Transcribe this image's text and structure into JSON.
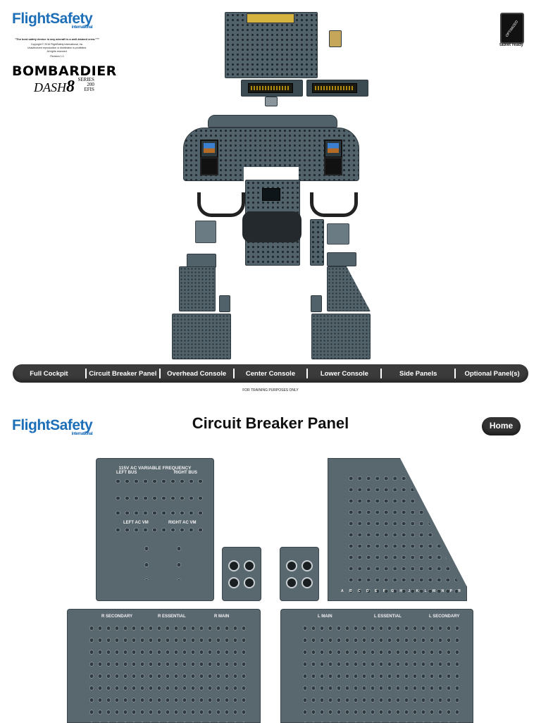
{
  "header": {
    "logo_text": "FlightSafety",
    "logo_sub": "international",
    "tagline": "\"The best safety device in any aircraft is a well-trained crew.\"™",
    "copyright_lines": [
      "Copyright © 2016 FlightSafety International, Inc.",
      "Unauthorized reproduction or distribution is prohibited.",
      "All rights reserved."
    ],
    "revision": "Revision 1.0",
    "manufacturer": "BOMBARDIER",
    "model": "DASH",
    "model_number": "8",
    "series_line1": "SERIES",
    "series_line2": "200",
    "series_line3": "EFIS",
    "badge_text": "OPTIMIZED",
    "badge_caption": "tablet ready"
  },
  "nav": {
    "items": [
      "Full Cockpit",
      "Circuit Breaker Panel",
      "Overhead Console",
      "Center Console",
      "Lower Console",
      "Side Panels",
      "Optional Panel(s)"
    ]
  },
  "footer_note": "FOR TRAINING PURPOSES ONLY",
  "page2": {
    "logo_text": "FlightSafety",
    "logo_sub": "international",
    "title": "Circuit Breaker Panel",
    "home_label": "Home",
    "ac_panel": {
      "title": "115V AC VARIABLE FREQUENCY",
      "left_bus": "LEFT BUS",
      "right_bus": "RIGHT BUS",
      "left_ac_vm": "LEFT AC VM",
      "right_ac_vm": "RIGHT AC VM"
    },
    "lower_left_headers": [
      "R SECONDARY",
      "R ESSENTIAL",
      "R MAIN"
    ],
    "lower_right_headers": [
      "L MAIN",
      "L ESSENTIAL",
      "L SECONDARY"
    ],
    "row_letters": [
      "A",
      "B",
      "C",
      "D",
      "E",
      "F",
      "G",
      "H",
      "J",
      "K",
      "L",
      "M",
      "N",
      "P",
      "R"
    ]
  }
}
